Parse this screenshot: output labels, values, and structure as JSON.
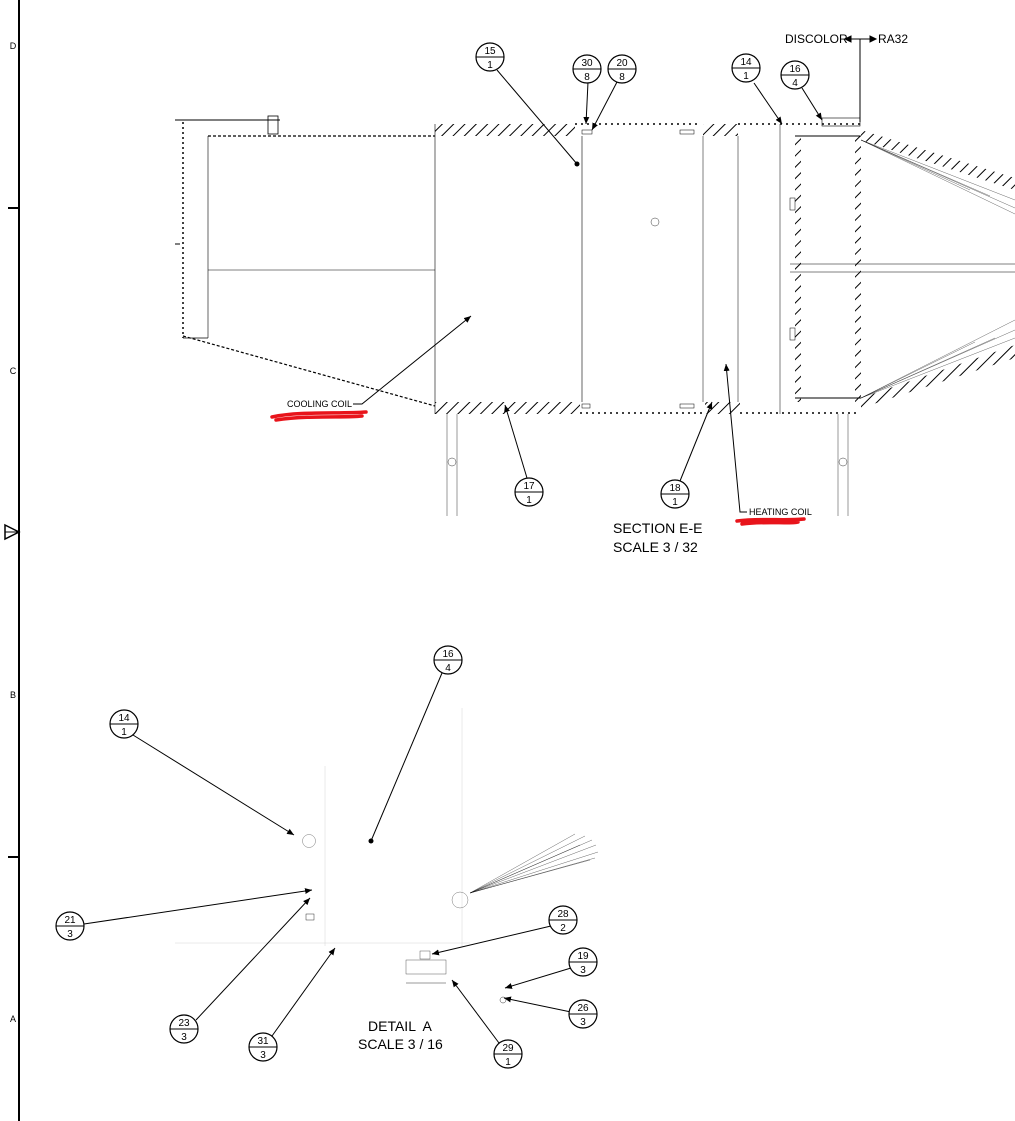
{
  "border": {
    "zone_letters": [
      "D",
      "C",
      "B",
      "A"
    ]
  },
  "section_view": {
    "title": "SECTION E-E",
    "scale": "SCALE 3 / 32",
    "callouts": {
      "cooling_coil": "COOLING COIL",
      "heating_coil": "HEATING COIL"
    },
    "discolor_note": {
      "label": "DISCOLOR",
      "ref": "RA32"
    },
    "balloons": [
      {
        "item": "15",
        "qty": "1"
      },
      {
        "item": "30",
        "qty": "8"
      },
      {
        "item": "20",
        "qty": "8"
      },
      {
        "item": "14",
        "qty": "1"
      },
      {
        "item": "16",
        "qty": "4"
      },
      {
        "item": "17",
        "qty": "1"
      },
      {
        "item": "18",
        "qty": "1"
      }
    ]
  },
  "detail_view": {
    "title": "DETAIL  A",
    "scale": "SCALE 3 / 16",
    "balloons": [
      {
        "item": "16",
        "qty": "4"
      },
      {
        "item": "14",
        "qty": "1"
      },
      {
        "item": "21",
        "qty": "3"
      },
      {
        "item": "28",
        "qty": "2"
      },
      {
        "item": "19",
        "qty": "3"
      },
      {
        "item": "26",
        "qty": "3"
      },
      {
        "item": "23",
        "qty": "3"
      },
      {
        "item": "31",
        "qty": "3"
      },
      {
        "item": "29",
        "qty": "1"
      }
    ]
  },
  "colors": {
    "line": "#000000",
    "redline": "#e8141b"
  }
}
